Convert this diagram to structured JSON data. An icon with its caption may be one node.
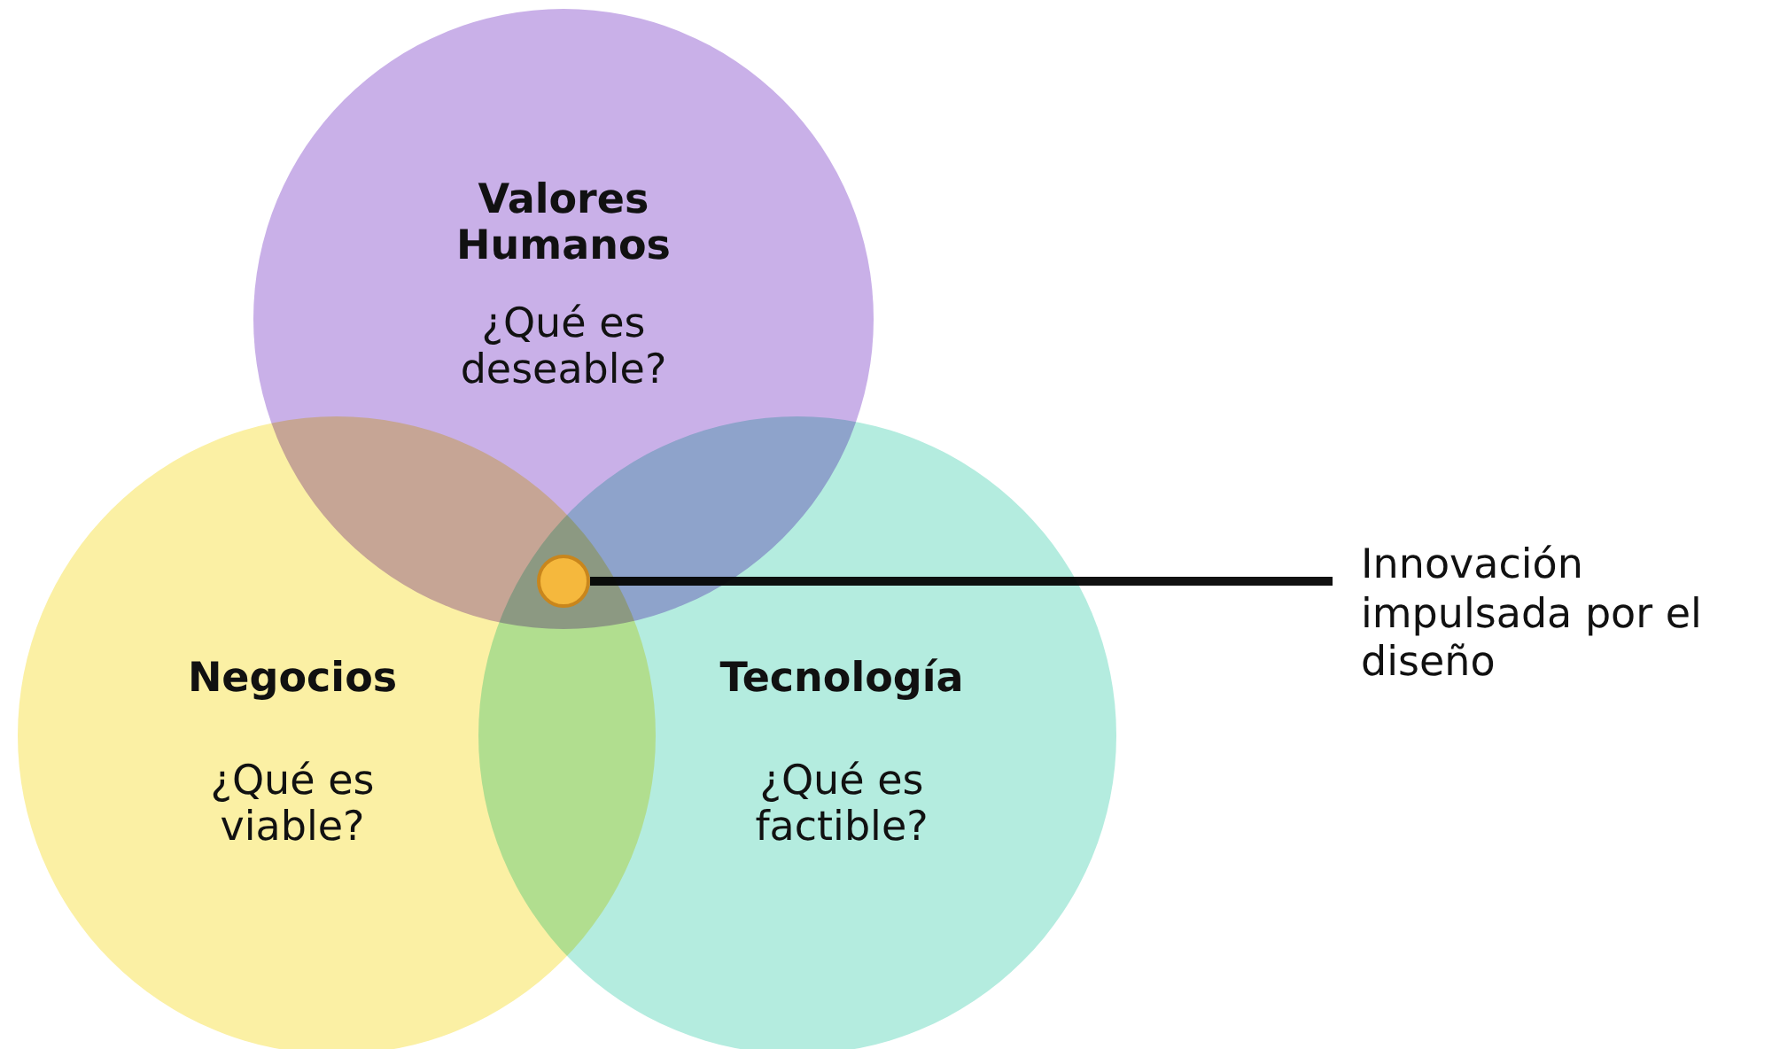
{
  "diagram": {
    "nodes": [
      {
        "text": [
          "Valores Humanos",
          "¿Qué es deseable?"
        ]
      },
      {
        "text": [
          "Negocios",
          "¿Qué es viable?"
        ]
      },
      {
        "text": [
          "Tecnología",
          "¿Qué es factible?"
        ]
      },
      {
        "text": [],
        "shape": "circle"
      },
      {
        "text": [
          "Innovación impulsada por el diseño"
        ]
      }
    ],
    "edges": [
      {
        "from": 4,
        "to": 3,
        "arrow": "none"
      }
    ]
  }
}
